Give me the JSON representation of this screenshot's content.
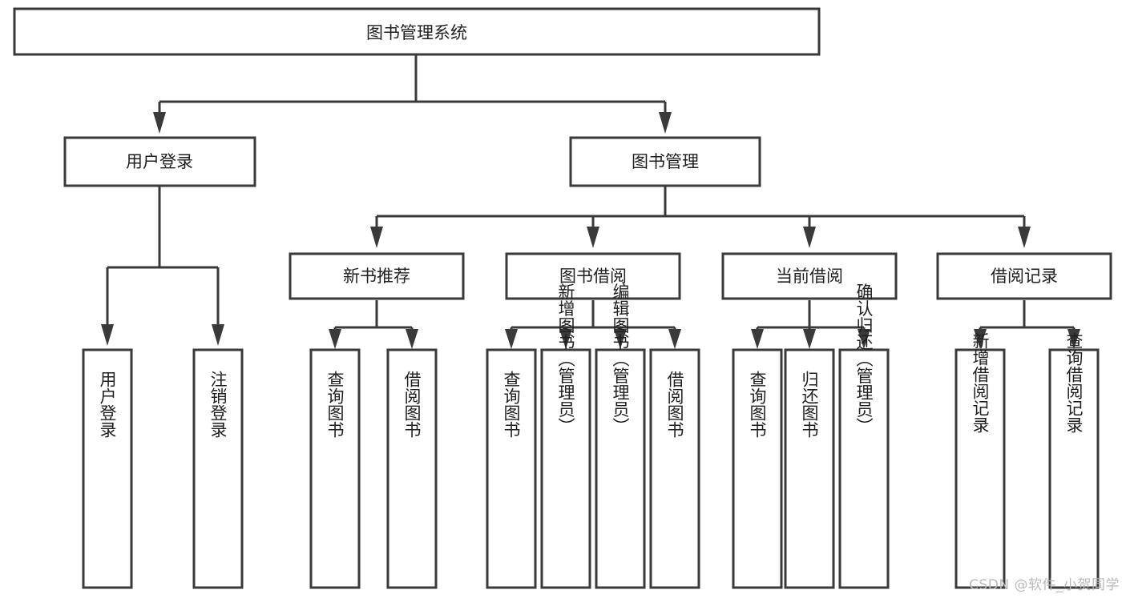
{
  "diagram": {
    "type": "tree",
    "title": "图书管理系统",
    "watermark": "CSDN @软件_小贺同学",
    "colors": {
      "box_stroke": "#3a3a3a",
      "box_fill": "#ffffff",
      "text": "#1f1f1f",
      "background": "#ffffff",
      "watermark": "#b9b9b9"
    },
    "root": {
      "label": "图书管理系统"
    },
    "level2": [
      {
        "label": "用户登录"
      },
      {
        "label": "图书管理"
      }
    ],
    "level3": [
      {
        "label": "新书推荐"
      },
      {
        "label": "图书借阅"
      },
      {
        "label": "当前借阅"
      },
      {
        "label": "借阅记录"
      }
    ],
    "leaves": {
      "user_login": [
        {
          "label": "用户登录"
        },
        {
          "label": "注销登录"
        }
      ],
      "new_book_recommend": [
        {
          "label": "查询图书"
        },
        {
          "label": "借阅图书"
        }
      ],
      "book_borrow": [
        {
          "label": "查询图书"
        },
        {
          "label": "新增图书（管理员）"
        },
        {
          "label": "编辑图书（管理员）"
        },
        {
          "label": "借阅图书"
        }
      ],
      "current_borrow": [
        {
          "label": "查询图书"
        },
        {
          "label": "归还图书"
        },
        {
          "label": "确认归还（管理员）"
        }
      ],
      "borrow_record": [
        {
          "label": "新增借阅记录"
        },
        {
          "label": "查询借阅记录"
        }
      ]
    }
  }
}
